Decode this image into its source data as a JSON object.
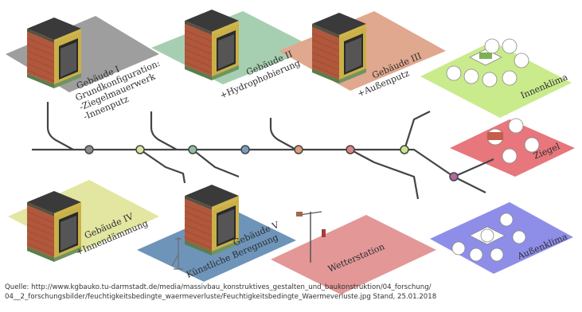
{
  "panels": [
    {
      "id": "geb1",
      "lines": [
        "Gebäude I",
        "Grundkonfiguration:",
        "-Ziegelmauerwerk",
        "-Innenputz"
      ],
      "color": "#9e9e9e"
    },
    {
      "id": "geb2",
      "lines": [
        "Gebäude II",
        "+Hydrophobierung"
      ],
      "color": "#a6cfb1"
    },
    {
      "id": "geb3",
      "lines": [
        "Gebäude III",
        "+Außenputz"
      ],
      "color": "#e0a88e"
    },
    {
      "id": "innenklima",
      "lines": [
        "Innenklima"
      ],
      "color": "#c9eb8c"
    },
    {
      "id": "ziegel",
      "lines": [
        "Ziegel"
      ],
      "color": "#e7777c"
    },
    {
      "id": "geb4",
      "lines": [
        "Gebäude IV",
        "+Innendämmung"
      ],
      "color": "#e3e6a1"
    },
    {
      "id": "geb5",
      "lines": [
        "Gebäude V",
        "Künstliche Beregnung"
      ],
      "color": "#6e94b9"
    },
    {
      "id": "wetter",
      "lines": [
        "Wetterstation"
      ],
      "color": "#e39797"
    },
    {
      "id": "aussen",
      "lines": [
        "Außenklima"
      ],
      "color": "#8e8ee9"
    }
  ],
  "node_colors": {
    "geb1": "#8c8c8c",
    "geb4": "#dde4a0",
    "geb2": "#8fc09e",
    "geb5": "#7a9cc0",
    "geb3": "#e29b7a",
    "wetter": "#d98686",
    "innen": "#c8e68a",
    "ziegel_aussen": "#b06aa0"
  },
  "caption": {
    "line1": "Quelle: http://www.kgbauko.tu-darmstadt.de/media/massivbau_konstruktives_gestalten_und_baukonstruktion/04_forschung/",
    "line2": "04__2_forschungsbilder/feuchtigkeitsbedingte_waermeverluste/Feuchtigkeitsbedingte_Waermeverluste.jpg Stand, 25.01.2018"
  }
}
